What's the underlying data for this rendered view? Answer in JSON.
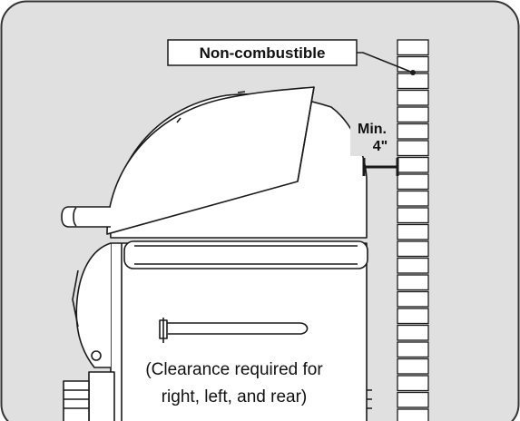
{
  "diagram": {
    "callout_label": "Non-combustible",
    "clearance_label_line1": "Min.",
    "clearance_label_line2": "4\"",
    "note_line1": "(Clearance required for",
    "note_line2": "right, left, and rear)"
  },
  "colors": {
    "frame_background": "#e0e0e0",
    "frame_border": "#333333",
    "line": "#1a1a1a",
    "fill_white": "#ffffff",
    "label_background": "#ffffff"
  },
  "icons": {
    "wall": "non-combustible-wall-icon",
    "grill": "grill-icon",
    "dimension": "dimension-arrow-icon"
  }
}
